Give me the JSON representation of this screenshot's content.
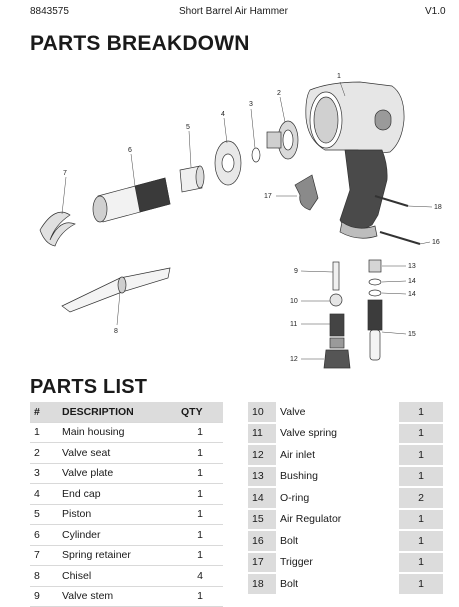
{
  "header": {
    "doc_number": "8843575",
    "doc_title": "Short Barrel Air Hammer",
    "version": "V1.0"
  },
  "breakdown": {
    "title": "PARTS BREAKDOWN",
    "callouts": [
      "1",
      "2",
      "3",
      "4",
      "5",
      "6",
      "7",
      "8",
      "9",
      "10",
      "11",
      "12",
      "13",
      "14",
      "14",
      "15",
      "16",
      "17",
      "18"
    ]
  },
  "parts_list": {
    "title": "PARTS LIST",
    "columns": [
      "#",
      "DESCRIPTION",
      "QTY"
    ],
    "left": [
      {
        "no": "1",
        "desc": "Main housing",
        "qty": "1"
      },
      {
        "no": "2",
        "desc": "Valve seat",
        "qty": "1"
      },
      {
        "no": "3",
        "desc": "Valve plate",
        "qty": "1"
      },
      {
        "no": "4",
        "desc": "End cap",
        "qty": "1"
      },
      {
        "no": "5",
        "desc": "Piston",
        "qty": "1"
      },
      {
        "no": "6",
        "desc": "Cylinder",
        "qty": "1"
      },
      {
        "no": "7",
        "desc": "Spring retainer",
        "qty": "1"
      },
      {
        "no": "8",
        "desc": "Chisel",
        "qty": "4"
      },
      {
        "no": "9",
        "desc": "Valve stem",
        "qty": "1"
      }
    ],
    "right": [
      {
        "no": "10",
        "desc": "Valve",
        "qty": "1"
      },
      {
        "no": "11",
        "desc": "Valve spring",
        "qty": "1"
      },
      {
        "no": "12",
        "desc": "Air inlet",
        "qty": "1"
      },
      {
        "no": "13",
        "desc": "Bushing",
        "qty": "1"
      },
      {
        "no": "14",
        "desc": "O-ring",
        "qty": "2"
      },
      {
        "no": "15",
        "desc": "Air Regulator",
        "qty": "1"
      },
      {
        "no": "16",
        "desc": "Bolt",
        "qty": "1"
      },
      {
        "no": "17",
        "desc": "Trigger",
        "qty": "1"
      },
      {
        "no": "18",
        "desc": "Bolt",
        "qty": "1"
      }
    ]
  }
}
